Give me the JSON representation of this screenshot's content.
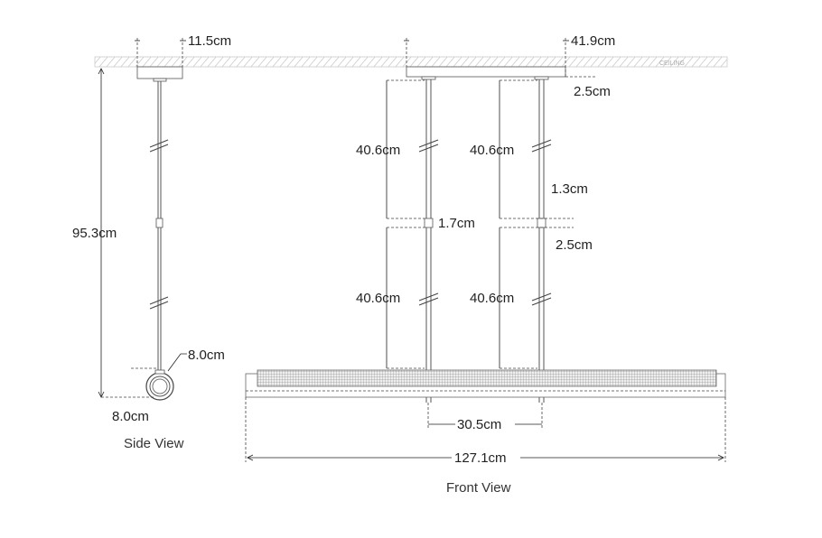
{
  "ceiling_label": "CEILING",
  "side_view": {
    "caption": "Side View",
    "canopy_width": "11.5cm",
    "overall_height": "95.3cm",
    "shade_diameter": "8.0cm",
    "bottom_offset": "8.0cm"
  },
  "front_view": {
    "caption": "Front View",
    "canopy_width": "41.9cm",
    "canopy_depth": "2.5cm",
    "upper_rod_left": "40.6cm",
    "upper_rod_right": "40.6cm",
    "connector_left": "1.7cm",
    "connector_right": "1.3cm",
    "connector_gap": "2.5cm",
    "lower_rod_left": "40.6cm",
    "lower_rod_right": "40.6cm",
    "stem_spacing": "30.5cm",
    "overall_length": "127.1cm"
  }
}
